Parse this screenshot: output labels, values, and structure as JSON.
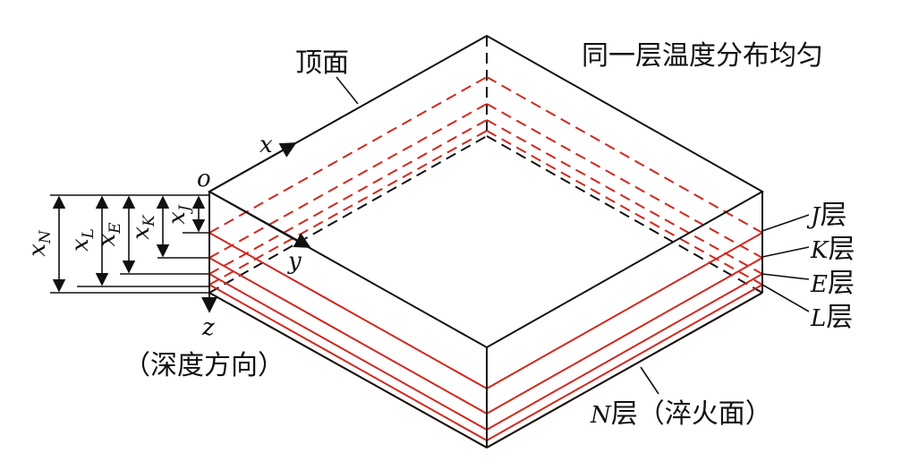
{
  "labels": {
    "top_face": "顶面",
    "uniform": "同一层温度分布均匀",
    "depth_dir": "（深度方向）",
    "quench_face": "（淬火面）",
    "layer_char": "层"
  },
  "axes": {
    "origin": "o",
    "x": "x",
    "y": "y",
    "z": "z"
  },
  "layers": [
    {
      "letter": "J",
      "label_suffix": "层"
    },
    {
      "letter": "K",
      "label_suffix": "层"
    },
    {
      "letter": "E",
      "label_suffix": "层"
    },
    {
      "letter": "L",
      "label_suffix": "层"
    },
    {
      "letter": "N",
      "label_suffix": "层"
    }
  ],
  "dimensions": [
    {
      "var": "x",
      "sub": "N"
    },
    {
      "var": "x",
      "sub": "L"
    },
    {
      "var": "x",
      "sub": "E"
    },
    {
      "var": "x",
      "sub": "K"
    },
    {
      "var": "x",
      "sub": "J"
    }
  ],
  "colors": {
    "lines": "#111111",
    "layers": "#d0281e"
  }
}
